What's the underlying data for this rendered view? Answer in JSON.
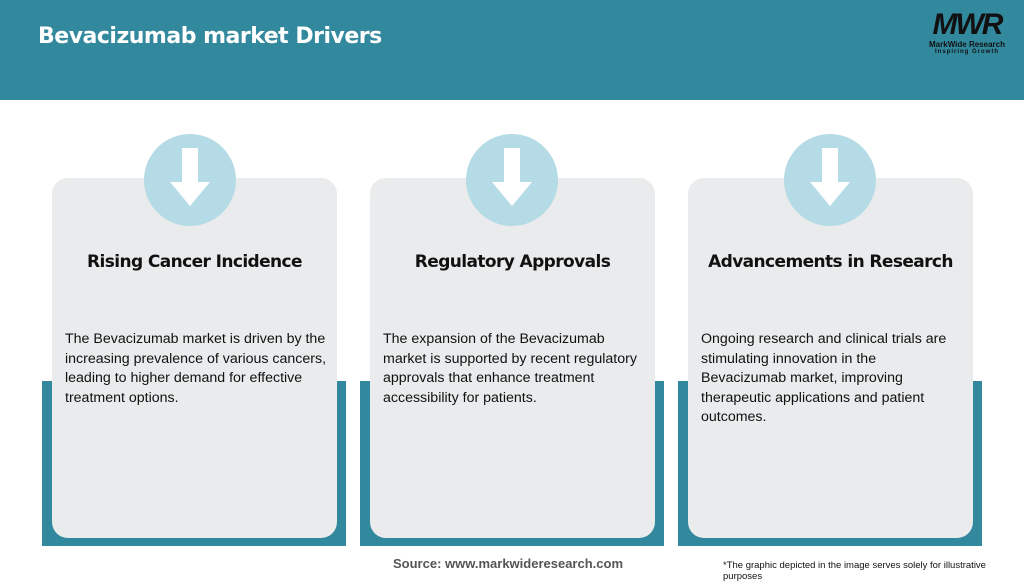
{
  "header": {
    "title": "Bevacizumab market Drivers",
    "colors": {
      "primary": "#32889c",
      "card": "#e9ebec",
      "circle": "#b4dbe6"
    }
  },
  "logo": {
    "mark": "MWR",
    "name": "MarkWide Research",
    "tagline": "Inspiring Growth"
  },
  "cards": [
    {
      "icon": "arrow-down-icon",
      "title": "Rising Cancer Incidence",
      "body": "The Bevacizumab market is driven by the increasing prevalence of various cancers, leading to higher demand for effective treatment options."
    },
    {
      "icon": "arrow-down-icon",
      "title": "Regulatory Approvals",
      "body": "The expansion of the Bevacizumab market is supported by recent regulatory approvals that enhance treatment accessibility for patients."
    },
    {
      "icon": "arrow-down-icon",
      "title": "Advancements in Research",
      "body": "Ongoing research and clinical trials are stimulating innovation in the Bevacizumab market, improving therapeutic applications and patient outcomes."
    }
  ],
  "footer": {
    "source": "Source: www.markwideresearch.com",
    "note": "*The graphic depicted in the image serves solely for illustrative purposes"
  }
}
